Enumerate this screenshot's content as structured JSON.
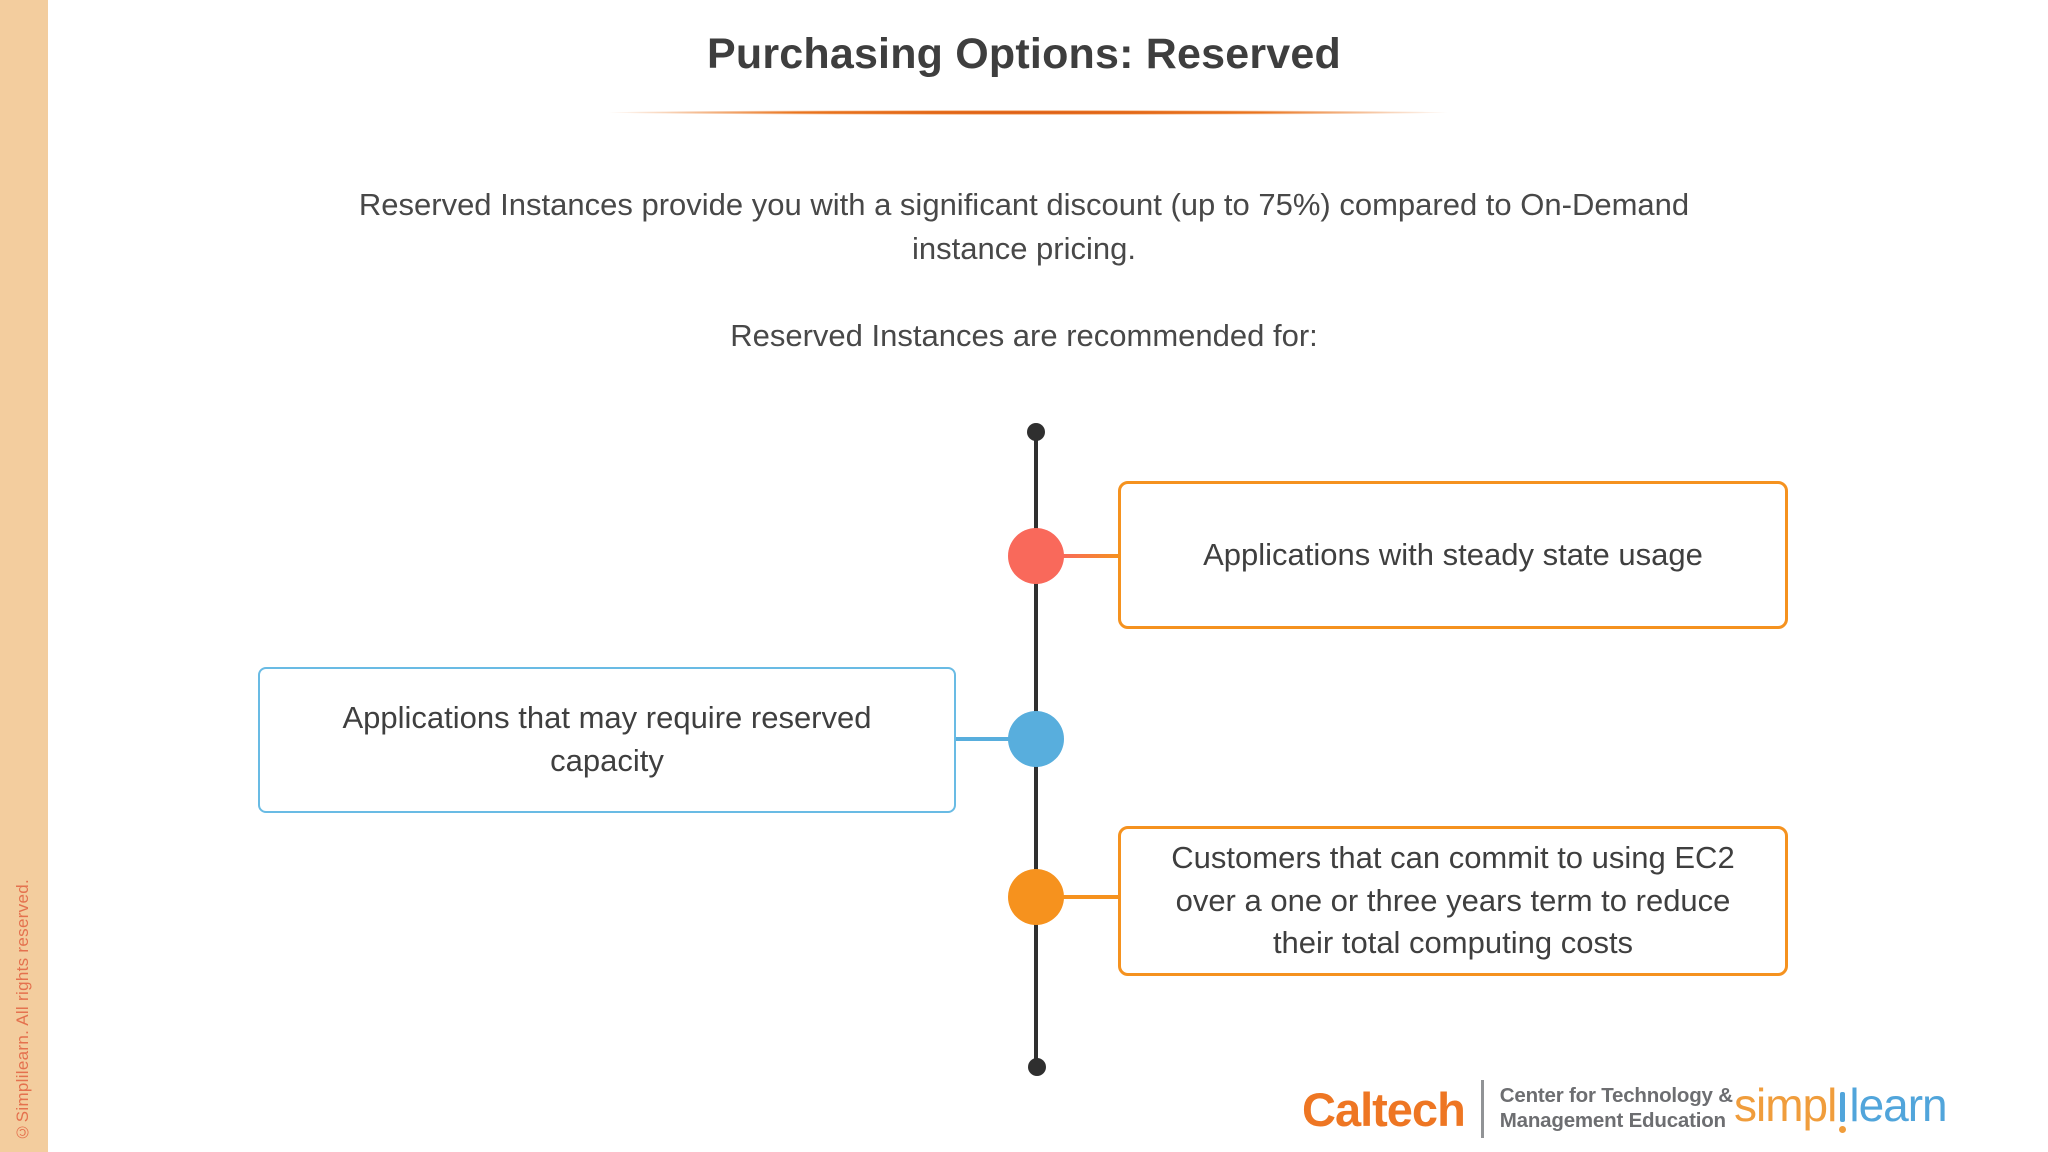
{
  "slide": {
    "title": "Purchasing Options: Reserved",
    "intro": "Reserved Instances provide you with a significant discount (up to 75%) compared to On-Demand instance pricing.",
    "recommended_heading": "Reserved Instances are recommended for:",
    "copyright": "©Simplilearn. All rights reserved."
  },
  "diagram": {
    "type": "vertical-timeline",
    "line_color": "#2F2F2F",
    "items": [
      {
        "label": "Applications with steady state usage",
        "marker_color": "#F9695B",
        "box_border_color": "#F5921F",
        "side": "right"
      },
      {
        "label": "Applications that may require reserved capacity",
        "marker_color": "#58AEDD",
        "box_border_color": "#69BBE4",
        "side": "left"
      },
      {
        "label": "Customers that can commit to using EC2 over a one or three years term to reduce their total computing costs",
        "marker_color": "#F6921E",
        "box_border_color": "#F5921F",
        "side": "right"
      }
    ]
  },
  "footer": {
    "caltech": {
      "name": "Caltech",
      "sub_line1": "Center for Technology &",
      "sub_line2": "Management Education",
      "name_color": "#EE7623",
      "sub_color": "#6D6E71"
    },
    "simplilearn": {
      "part1": "simpl",
      "part2": "learn",
      "orange": "#F09D3C",
      "blue": "#51A5DB"
    }
  },
  "colors": {
    "sidebar_strip": "#F3CD9E",
    "sidebar_text": "#E4714E",
    "title_text": "#3E3E3E",
    "body_text": "#484848",
    "title_underline": "#E2611C",
    "background": "#FFFFFF"
  }
}
